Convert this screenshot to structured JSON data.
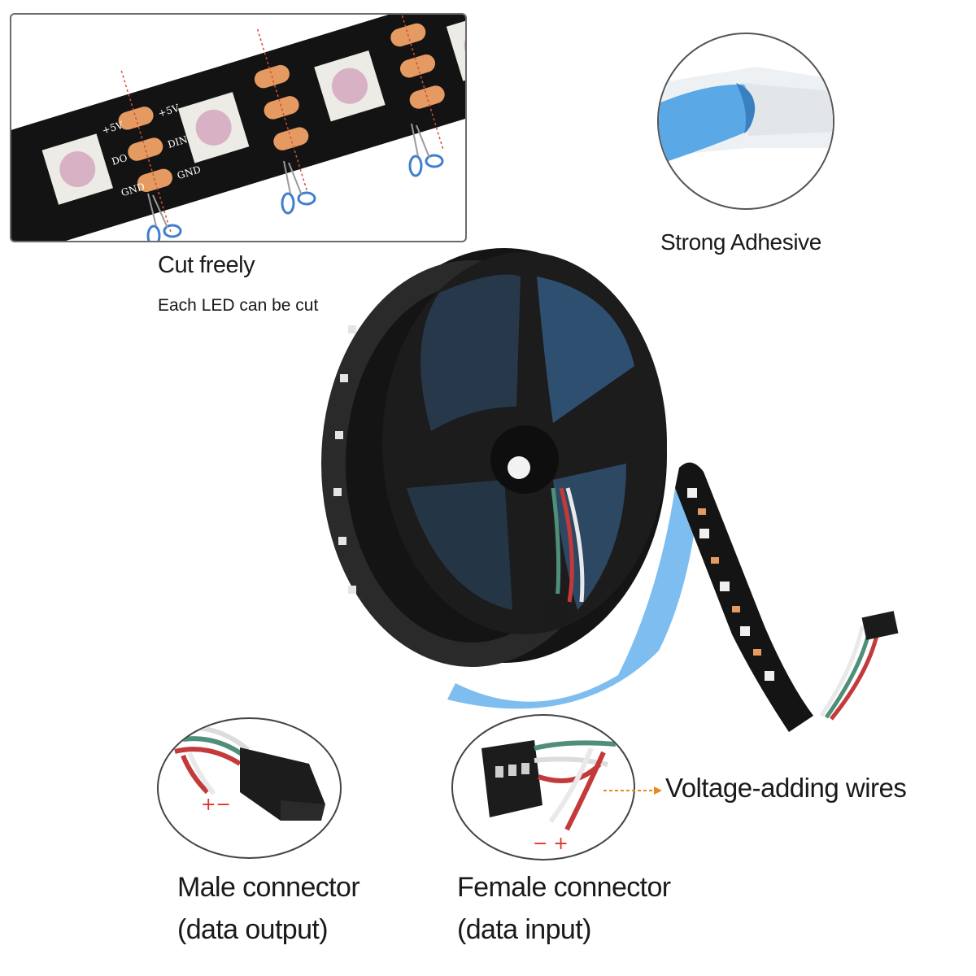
{
  "cut_panel": {
    "title": "Cut freely",
    "subtitle": "Each  LED can be cut",
    "pad_labels": [
      "+5V",
      "DO",
      "GND",
      "+5V",
      "DIN",
      "GND"
    ]
  },
  "adhesive": {
    "label": "Strong Adhesive"
  },
  "voltage": {
    "label": "Voltage-adding wires"
  },
  "male_connector": {
    "line1": "Male connector",
    "line2": "(data output)",
    "polarity": "+−"
  },
  "female_connector": {
    "line1": "Female connector",
    "line2": "(data input)",
    "polarity": "− +"
  },
  "colors": {
    "strip": "#121212",
    "pad": "#e59a62",
    "tape_blue": "#6fb7ea",
    "scissors": "#3f7ed0",
    "arrow": "#e8891e",
    "wire_red": "#c43a3a",
    "wire_green": "#4f8f7a",
    "wire_white": "#e9e9e9"
  }
}
